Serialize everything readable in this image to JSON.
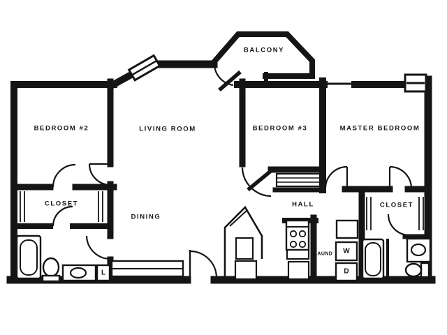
{
  "plan": {
    "type": "apartment-floor-plan",
    "colors": {
      "wall": "#151515",
      "background": "#ffffff",
      "text": "#151515"
    },
    "labels": {
      "balcony": "BALCONY",
      "bedroom2": "BEDROOM #2",
      "living_room": "LIVING ROOM",
      "bedroom3": "BEDROOM #3",
      "master_bedroom": "MASTER BEDROOM",
      "closet_left": "CLOSET",
      "dining": "DINING",
      "hall": "HALL",
      "closet_right": "CLOSET",
      "laundry": "LAUND",
      "washer": "W",
      "dryer": "D",
      "linen": "L"
    },
    "fixtures": [
      "bathtub",
      "toilet",
      "sink-vanity",
      "linen-closet",
      "kitchen-angled-counter",
      "stove-4-burner",
      "base-cabinets",
      "washer-dryer-stack",
      "laundry-shelf",
      "master-bathtub",
      "master-sink",
      "master-toilet",
      "closet-rods",
      "linen-shelves",
      "dining-counter",
      "entry-door",
      "balcony-door",
      "interior-door-arcs",
      "window-corner",
      "window-diagonal",
      "window-strip"
    ]
  }
}
